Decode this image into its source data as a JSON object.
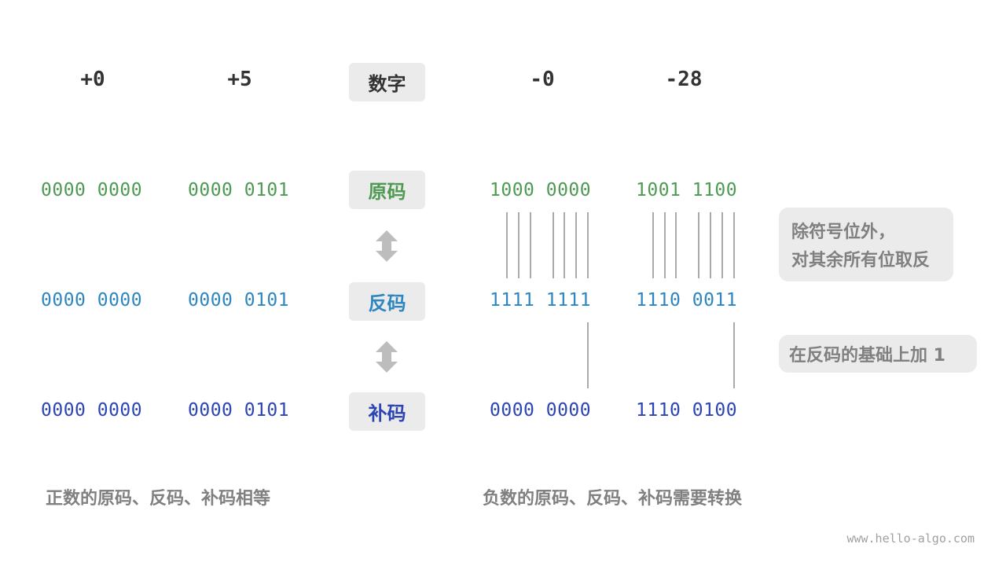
{
  "headers": {
    "pos0": "+0",
    "pos5": "+5",
    "label": "数字",
    "neg0": "-0",
    "neg28": "-28"
  },
  "row_labels": {
    "original": "原码",
    "ones": "反码",
    "twos": "补码"
  },
  "original": {
    "pos0": "0000 0000",
    "pos5": "0000 0101",
    "neg0": "1000 0000",
    "neg28": "1001 1100"
  },
  "ones": {
    "pos0": "0000 0000",
    "pos5": "0000 0101",
    "neg0": "1111 1111",
    "neg28": "1110 0011"
  },
  "twos": {
    "pos0": "0000 0000",
    "pos5": "0000 0101",
    "neg0": "0000 0000",
    "neg28": "1110 0100"
  },
  "notes": {
    "invert_line1": "除符号位外，",
    "invert_line2": "对其余所有位取反",
    "add_one": "在反码的基础上加 1"
  },
  "captions": {
    "positive": "正数的原码、反码、补码相等",
    "negative": "负数的原码、反码、补码需要转换"
  },
  "watermark": "www.hello-algo.com",
  "icons": {
    "arrow": "double-arrow-vertical-icon"
  },
  "colors": {
    "original": "#4e9a53",
    "ones": "#2e86c1",
    "twos": "#2d45b3",
    "label_bg": "#ebebeb",
    "note_text": "#808080"
  }
}
